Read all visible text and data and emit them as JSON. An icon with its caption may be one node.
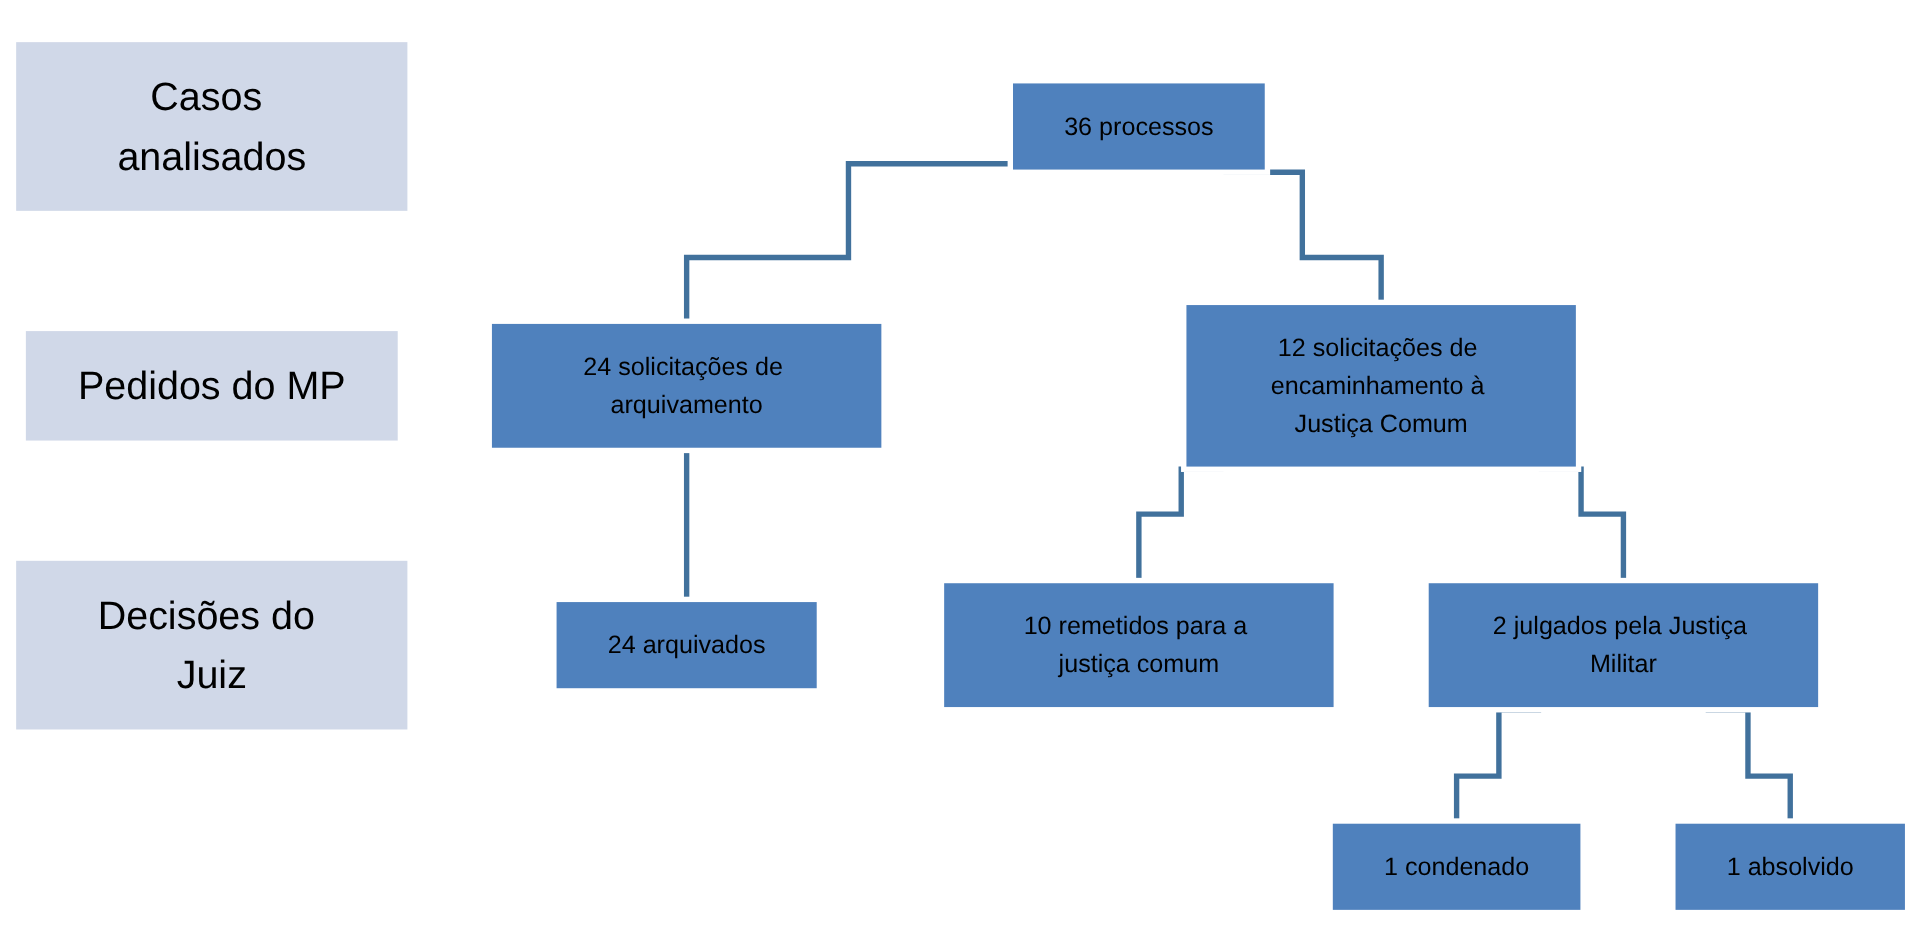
{
  "diagram": {
    "nodes": [
      {
        "text": [
          "Casos analisados"
        ]
      },
      {
        "text": [
          "36 processos"
        ]
      },
      {
        "text": [
          "Pedidos do MP"
        ]
      },
      {
        "text": [
          "24 solicitações de arquivamento"
        ]
      },
      {
        "text": [
          "12 solicitações de encaminhamento à Justiça Comum"
        ]
      },
      {
        "text": [
          "Decisões do Juiz"
        ]
      },
      {
        "text": [
          "24 arquivados"
        ]
      },
      {
        "text": [
          "10 remetidos para a justiça comum"
        ]
      },
      {
        "text": [
          "2 julgados pela Justiça Militar"
        ]
      },
      {
        "text": [
          "1 condenado"
        ]
      },
      {
        "text": [
          "1 absolvido"
        ]
      }
    ],
    "edges": [
      {
        "from": 1,
        "to": 3,
        "arrow": "none"
      },
      {
        "from": 1,
        "to": 4,
        "arrow": "none"
      },
      {
        "from": 3,
        "to": 6,
        "arrow": "none"
      },
      {
        "from": 4,
        "to": 7,
        "arrow": "none"
      },
      {
        "from": 4,
        "to": 8,
        "arrow": "none"
      },
      {
        "from": 8,
        "to": 9,
        "arrow": "none"
      },
      {
        "from": 8,
        "to": 10,
        "arrow": "none"
      }
    ]
  }
}
